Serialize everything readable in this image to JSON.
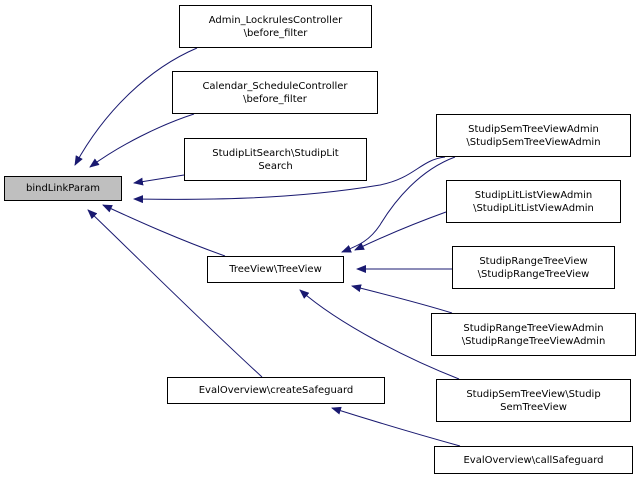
{
  "diagram": {
    "type": "caller-graph",
    "root": {
      "id": "bindLinkParam",
      "label": "bindLinkParam"
    },
    "nodes": [
      {
        "id": "admin_lockrules",
        "lines": [
          "Admin_LockrulesController",
          "\\before_filter"
        ]
      },
      {
        "id": "calendar_schedule",
        "lines": [
          "Calendar_ScheduleController",
          "\\before_filter"
        ]
      },
      {
        "id": "studiplitsearch",
        "lines": [
          "StudipLitSearch\\StudipLit",
          "Search"
        ]
      },
      {
        "id": "treeview",
        "lines": [
          "TreeView\\TreeView"
        ]
      },
      {
        "id": "evaloverview_create",
        "lines": [
          "EvalOverview\\createSafeguard"
        ]
      },
      {
        "id": "studipsemtreeviewadmin",
        "lines": [
          "StudipSemTreeViewAdmin",
          "\\StudipSemTreeViewAdmin"
        ]
      },
      {
        "id": "studiplitlistviewadmin",
        "lines": [
          "StudipLitListViewAdmin",
          "\\StudipLitListViewAdmin"
        ]
      },
      {
        "id": "studiprangetreeview",
        "lines": [
          "StudipRangeTreeView",
          "\\StudipRangeTreeView"
        ]
      },
      {
        "id": "studiprangetreeviewadmin",
        "lines": [
          "StudipRangeTreeViewAdmin",
          "\\StudipRangeTreeViewAdmin"
        ]
      },
      {
        "id": "studipsemtreeview",
        "lines": [
          "StudipSemTreeView\\Studip",
          "SemTreeView"
        ]
      },
      {
        "id": "evaloverview_call",
        "lines": [
          "EvalOverview\\callSafeguard"
        ]
      }
    ],
    "edges": [
      {
        "from": "admin_lockrules",
        "to": "bindLinkParam"
      },
      {
        "from": "calendar_schedule",
        "to": "bindLinkParam"
      },
      {
        "from": "studiplitsearch",
        "to": "bindLinkParam"
      },
      {
        "from": "studipsemtreeviewadmin",
        "to": "bindLinkParam"
      },
      {
        "from": "treeview",
        "to": "bindLinkParam"
      },
      {
        "from": "evaloverview_create",
        "to": "bindLinkParam"
      },
      {
        "from": "studipsemtreeviewadmin",
        "to": "treeview"
      },
      {
        "from": "studiplitlistviewadmin",
        "to": "treeview"
      },
      {
        "from": "studiprangetreeview",
        "to": "treeview"
      },
      {
        "from": "studiprangetreeviewadmin",
        "to": "treeview"
      },
      {
        "from": "studipsemtreeview",
        "to": "treeview"
      },
      {
        "from": "evaloverview_call",
        "to": "evaloverview_create"
      }
    ],
    "colors": {
      "edge": "#191970",
      "root_fill": "#bfbfbf",
      "node_fill": "#ffffff",
      "border": "#000000"
    }
  }
}
